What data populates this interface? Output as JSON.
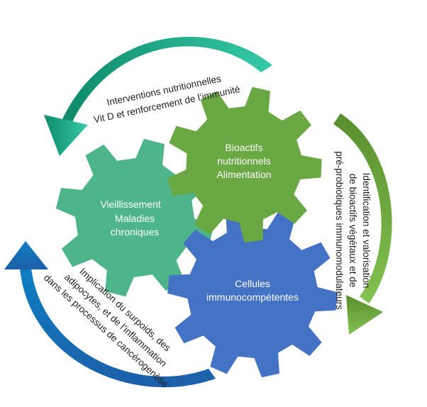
{
  "colors": {
    "gear_teal": "#4eb58a",
    "gear_green": "#6aa843",
    "gear_blue": "#4472c4",
    "arrow_top_start": "#37c9a8",
    "arrow_top_end": "#0d8a6a",
    "arrow_right_start": "#5a8e2e",
    "arrow_right_end": "#82c250",
    "arrow_left_start": "#1d5fa8",
    "arrow_left_end": "#0e7fc4"
  },
  "gears": {
    "aging": {
      "line1": "Vieillissement",
      "line2": "Maladies",
      "line3": "chroniques"
    },
    "bioactives": {
      "line1": "Bioactifs",
      "line2": "nutritionnels",
      "line3": "Alimentation"
    },
    "cells": {
      "line1": "Cellules",
      "line2": "immunocompétentes"
    }
  },
  "arrows": {
    "top": {
      "line1": "Interventions nutritionnelles",
      "line2": "Vit D et renforcement de l’immunité"
    },
    "right": {
      "line1": "Identification et valorisation",
      "line2": "de bioactifs végétaux et de",
      "line3": "pré-probiotiques immunomodulateurs"
    },
    "left": {
      "line1": "Implication du surpoids, des",
      "line2": "adipocytes, et de l’inflammation",
      "line3": "dans les processus de cancérogenèse"
    }
  }
}
